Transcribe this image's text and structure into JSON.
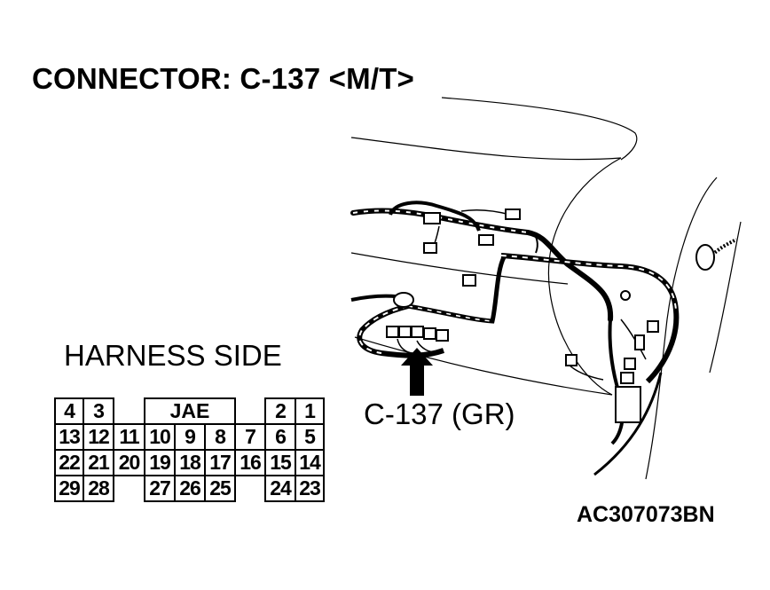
{
  "title": "CONNECTOR: C-137 <M/T>",
  "harness_label": "HARNESS SIDE",
  "connector_callout": "C-137 (GR)",
  "reference_code": "AC307073BN",
  "connector_maker": "JAE",
  "pins": {
    "row1": [
      "4",
      "3",
      "2",
      "1"
    ],
    "row2": [
      "13",
      "12",
      "11",
      "10",
      "9",
      "8",
      "7",
      "6",
      "5"
    ],
    "row3": [
      "22",
      "21",
      "20",
      "19",
      "18",
      "17",
      "16",
      "15",
      "14"
    ],
    "row4": [
      "29",
      "28",
      "27",
      "26",
      "25",
      "24",
      "23"
    ]
  }
}
